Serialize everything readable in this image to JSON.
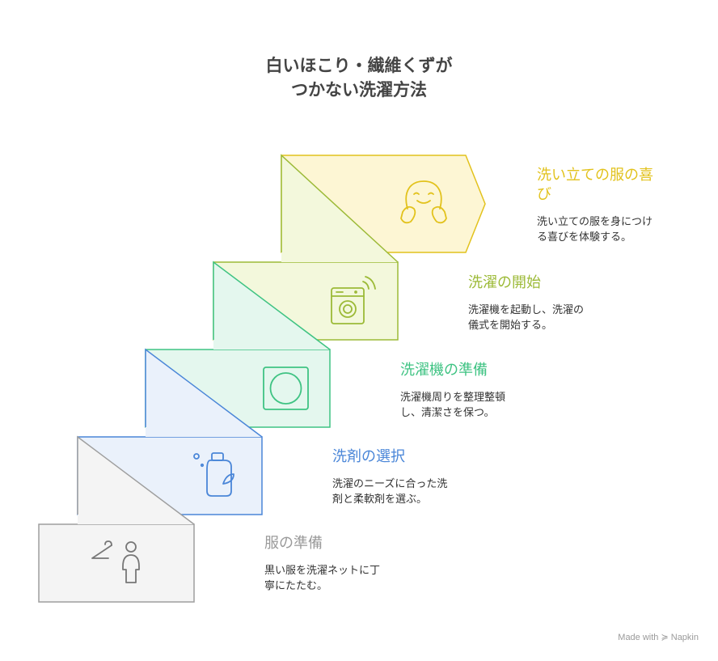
{
  "title": {
    "line1": "白いほこり・繊維くずが",
    "line2": "つかない洗濯方法"
  },
  "steps": [
    {
      "heading": "洗い立ての服の喜び",
      "desc": [
        "洗い立ての服を身につけ",
        "る喜びを体験する。"
      ],
      "icon": "smiling-face-hands-icon",
      "color": "#e2c21c"
    },
    {
      "heading": "洗濯の開始",
      "desc": [
        "洗濯機を起動し、洗濯の",
        "儀式を開始する。"
      ],
      "icon": "washing-machine-wifi-icon",
      "color": "#9cba37"
    },
    {
      "heading": "洗濯機の準備",
      "desc": [
        "洗濯機周りを整理整頓",
        "し、清潔さを保つ。"
      ],
      "icon": "washer-door-icon",
      "color": "#3fc383"
    },
    {
      "heading": "洗剤の選択",
      "desc": [
        "洗濯のニーズに合った洗",
        "剤と柔軟剤を選ぶ。"
      ],
      "icon": "detergent-bottle-icon",
      "color": "#4a86d8"
    },
    {
      "heading": "服の準備",
      "desc": [
        "黒い服を洗濯ネットに丁",
        "寧にたたむ。"
      ],
      "icon": "person-hanger-icon",
      "color": "#9a9a9a"
    }
  ],
  "footer": "Made with ≽ Napkin"
}
